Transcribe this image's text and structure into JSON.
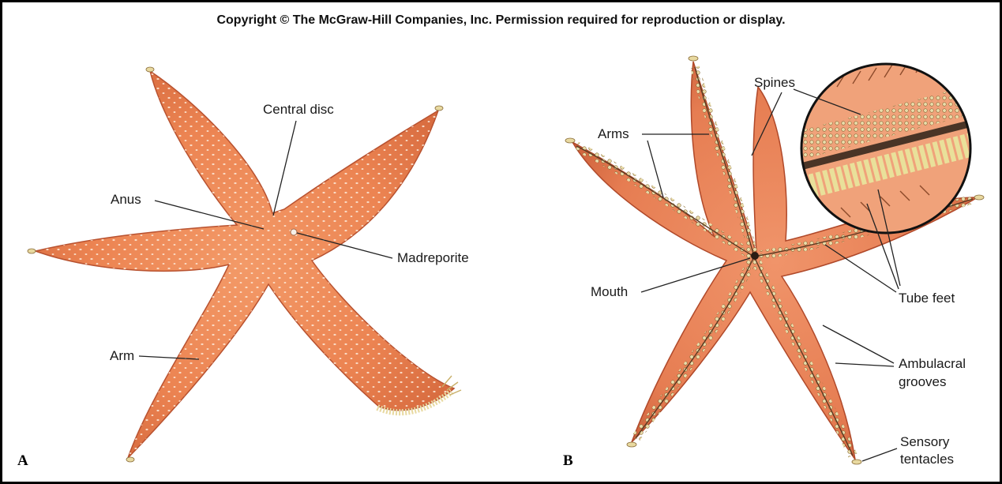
{
  "header": {
    "copyright": "Copyright © The McGraw-Hill Companies, Inc. Permission required for reproduction or display."
  },
  "panel_a": {
    "letter": "A",
    "labels": {
      "central_disc": "Central disc",
      "anus": "Anus",
      "madreporite": "Madreporite",
      "arm": "Arm"
    }
  },
  "panel_b": {
    "letter": "B",
    "labels": {
      "spines": "Spines",
      "arms": "Arms",
      "mouth": "Mouth",
      "tube_feet": "Tube feet",
      "ambulacral_line1": "Ambulacral",
      "ambulacral_line2": "grooves",
      "sensory_line1": "Sensory",
      "sensory_line2": "tentacles"
    }
  },
  "colors": {
    "starfish_body": "#ec8452",
    "starfish_shade": "#c85a35",
    "tube_feet": "#e8d9a0",
    "magnifier_ring": "#111111"
  }
}
